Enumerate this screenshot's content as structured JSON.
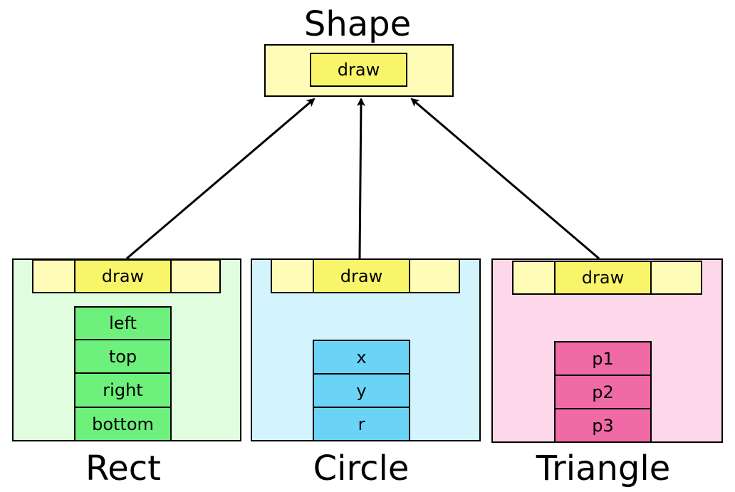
{
  "shape": {
    "title": "Shape",
    "method": "draw",
    "colors": {
      "outer": "#fefcb6",
      "method": "#f9f56b"
    }
  },
  "rect": {
    "title": "Rect",
    "method": "draw",
    "fields": [
      "left",
      "top",
      "right",
      "bottom"
    ],
    "colors": {
      "panel": "#e0fde0",
      "field": "#6ef07d"
    }
  },
  "circle": {
    "title": "Circle",
    "method": "draw",
    "fields": [
      "x",
      "y",
      "r"
    ],
    "colors": {
      "panel": "#d4f4fd",
      "field": "#6bd4f6"
    }
  },
  "triangle": {
    "title": "Triangle",
    "method": "draw",
    "fields": [
      "p1",
      "p2",
      "p3"
    ],
    "colors": {
      "panel": "#fdd8ea",
      "field": "#f06aa6"
    }
  },
  "colors": {
    "stroke": "#000000",
    "vtable": "#fefcb6",
    "vtable_method": "#f9f56b"
  }
}
